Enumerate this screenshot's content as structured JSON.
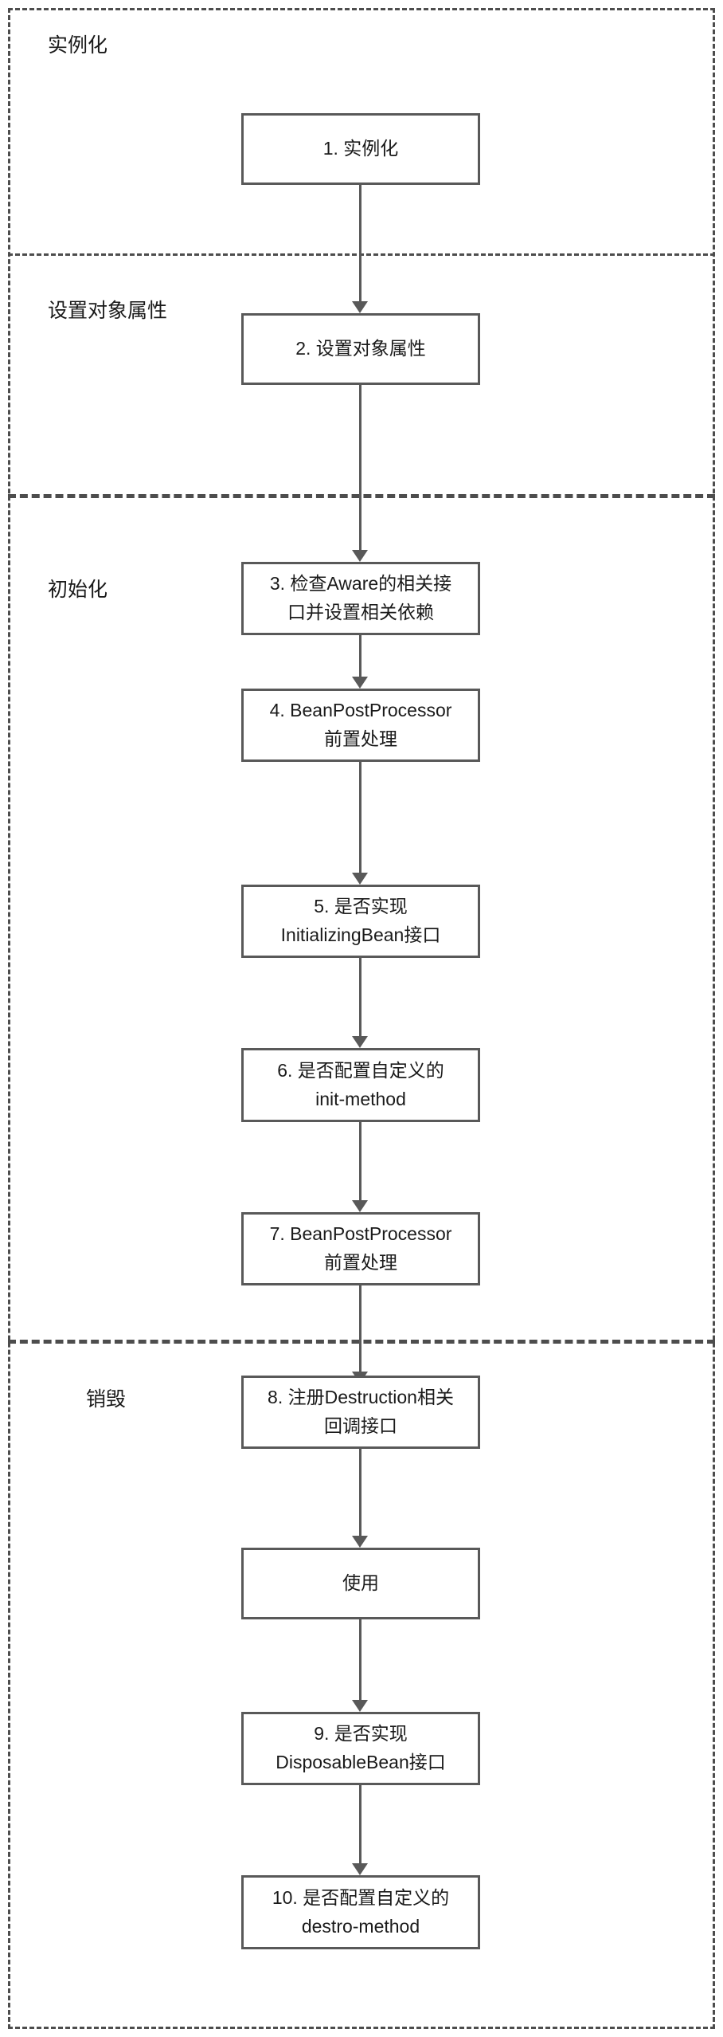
{
  "diagram": {
    "title_absent": true,
    "lanes": [
      {
        "id": "instantiation",
        "label": "实例化"
      },
      {
        "id": "set-properties",
        "label": "设置对象属性"
      },
      {
        "id": "initialization",
        "label": "初始化"
      },
      {
        "id": "destruction",
        "label": "销毁"
      }
    ],
    "nodes": [
      {
        "id": "node-1",
        "lane": "instantiation",
        "line1": "1. 实例化",
        "line2": ""
      },
      {
        "id": "node-2",
        "lane": "set-properties",
        "line1": "2. 设置对象属性",
        "line2": ""
      },
      {
        "id": "node-3",
        "lane": "initialization",
        "line1": "3. 检查Aware的相关接",
        "line2": "口并设置相关依赖"
      },
      {
        "id": "node-4",
        "lane": "initialization",
        "line1": "4. BeanPostProcessor",
        "line2": "前置处理"
      },
      {
        "id": "node-5",
        "lane": "initialization",
        "line1": "5. 是否实现",
        "line2": "InitializingBean接口"
      },
      {
        "id": "node-6",
        "lane": "initialization",
        "line1": "6. 是否配置自定义的",
        "line2": "init-method"
      },
      {
        "id": "node-7",
        "lane": "initialization",
        "line1": "7. BeanPostProcessor",
        "line2": "前置处理"
      },
      {
        "id": "node-8",
        "lane": "destruction",
        "line1": "8. 注册Destruction相关",
        "line2": "回调接口"
      },
      {
        "id": "node-9",
        "lane": "destruction",
        "line1": "使用",
        "line2": ""
      },
      {
        "id": "node-10",
        "lane": "destruction",
        "line1": "9. 是否实现",
        "line2": "DisposableBean接口"
      },
      {
        "id": "node-11",
        "lane": "destruction",
        "line1": "10. 是否配置自定义的",
        "line2": "destro-method"
      }
    ],
    "colors": {
      "node_border": "#595959",
      "node_fill": "#ffffff",
      "lane_border": "#4d4d4d",
      "text": "#1a1a1a",
      "connector": "#595959",
      "background": "#ffffff"
    }
  }
}
